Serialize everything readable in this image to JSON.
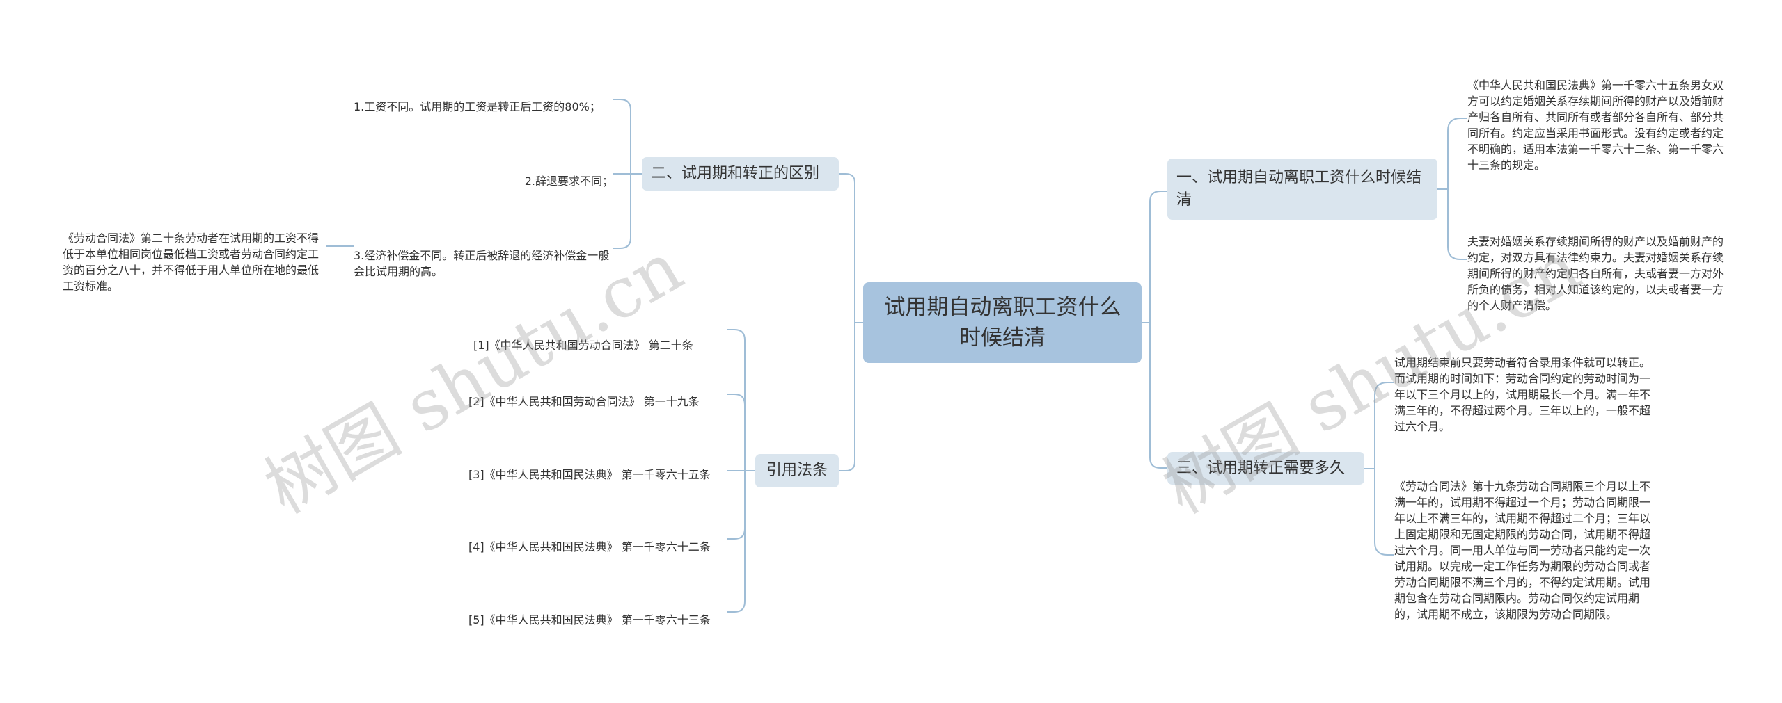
{
  "root": {
    "label": "试用期自动离职工资什么时候结清"
  },
  "branches": {
    "b1": {
      "label": "一、试用期自动离职工资什么时候结清",
      "leaves": [
        "《中华人民共和国民法典》第一千零六十五条男女双方可以约定婚姻关系存续期间所得的财产以及婚前财产归各自所有、共同所有或者部分各自所有、部分共同所有。约定应当采用书面形式。没有约定或者约定不明确的，适用本法第一千零六十二条、第一千零六十三条的规定。",
        "夫妻对婚姻关系存续期间所得的财产以及婚前财产的约定，对双方具有法律约束力。夫妻对婚姻关系存续期间所得的财产约定归各自所有，夫或者妻一方对外所负的债务，相对人知道该约定的，以夫或者妻一方的个人财产清偿。"
      ]
    },
    "b2": {
      "label": "二、试用期和转正的区别",
      "leaves": [
        "1.工资不同。试用期的工资是转正后工资的80%；",
        "2.辞退要求不同；",
        "3.经济补偿金不同。转正后被辞退的经济补偿金一般会比试用期的高。"
      ],
      "subleaf": "《劳动合同法》第二十条劳动者在试用期的工资不得低于本单位相同岗位最低档工资或者劳动合同约定工资的百分之八十，并不得低于用人单位所在地的最低工资标准。"
    },
    "b3": {
      "label": "三、试用期转正需要多久",
      "leaves": [
        "试用期结束前只要劳动者符合录用条件就可以转正。而试用期的时间如下：劳动合同约定的劳动时间为一年以下三个月以上的，试用期最长一个月。满一年不满三年的，不得超过两个月。三年以上的，一般不超过六个月。",
        "《劳动合同法》第十九条劳动合同期限三个月以上不满一年的，试用期不得超过一个月；劳动合同期限一年以上不满三年的，试用期不得超过二个月；三年以上固定期限和无固定期限的劳动合同，试用期不得超过六个月。同一用人单位与同一劳动者只能约定一次试用期。以完成一定工作任务为期限的劳动合同或者劳动合同期限不满三个月的，不得约定试用期。试用期包含在劳动合同期限内。劳动合同仅约定试用期的，试用期不成立，该期限为劳动合同期限。"
      ]
    },
    "b4": {
      "label": "引用法条",
      "leaves": [
        "[1]《中华人民共和国劳动合同法》 第二十条",
        "[2]《中华人民共和国劳动合同法》 第一十九条",
        "[3]《中华人民共和国民法典》 第一千零六十五条",
        "[4]《中华人民共和国民法典》 第一千零六十二条",
        "[5]《中华人民共和国民法典》 第一千零六十三条"
      ]
    }
  },
  "watermark": "树图 shutu.cn",
  "colors": {
    "root": "#a7c3de",
    "branch": "#dae5ee",
    "line": "#9fbdd6"
  }
}
